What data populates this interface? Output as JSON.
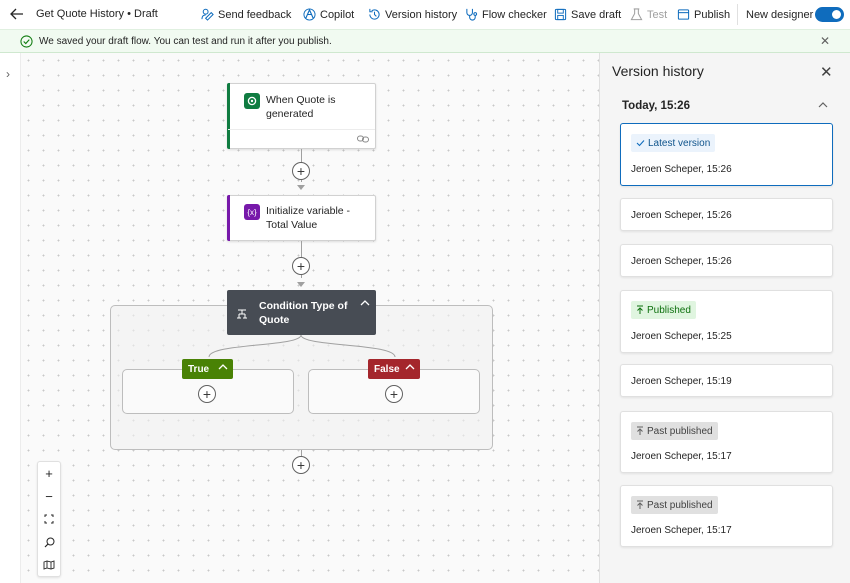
{
  "header": {
    "title": "Get Quote History • Draft",
    "send_feedback": "Send feedback",
    "copilot": "Copilot",
    "version_history": "Version history",
    "flow_checker": "Flow checker",
    "save_draft": "Save draft",
    "test": "Test",
    "publish": "Publish",
    "new_designer": "New designer",
    "new_designer_enabled": true
  },
  "banner": {
    "message": "We saved your draft flow. You can test and run it after you publish."
  },
  "flow": {
    "trigger": {
      "title_line1": "When Quote is",
      "title_line2": "generated",
      "color": "#107c41"
    },
    "action": {
      "title_line1": "Initialize variable -",
      "title_line2": "Total Value",
      "color": "#7719aa"
    },
    "condition": {
      "title_line1": "Condition Type of",
      "title_line2": "Quote"
    },
    "true_branch": {
      "label": "True",
      "color": "#498205"
    },
    "false_branch": {
      "label": "False",
      "color": "#a4262c"
    }
  },
  "version_panel": {
    "title": "Version history",
    "group": "Today, 15:26",
    "versions": [
      {
        "badge": "Latest version",
        "author": "Jeroen Scheper, 15:26"
      },
      {
        "badge": "",
        "author": "Jeroen Scheper, 15:26"
      },
      {
        "badge": "",
        "author": "Jeroen Scheper, 15:26"
      },
      {
        "badge": "Published",
        "author": "Jeroen Scheper, 15:25"
      },
      {
        "badge": "",
        "author": "Jeroen Scheper, 15:19"
      },
      {
        "badge": "Past published",
        "author": "Jeroen Scheper, 15:17"
      },
      {
        "badge": "Past published",
        "author": "Jeroen Scheper, 15:17"
      }
    ]
  },
  "colors": {
    "accent": "#0f6cbd",
    "banner_bg": "#f1faf1",
    "success": "#107c10"
  }
}
